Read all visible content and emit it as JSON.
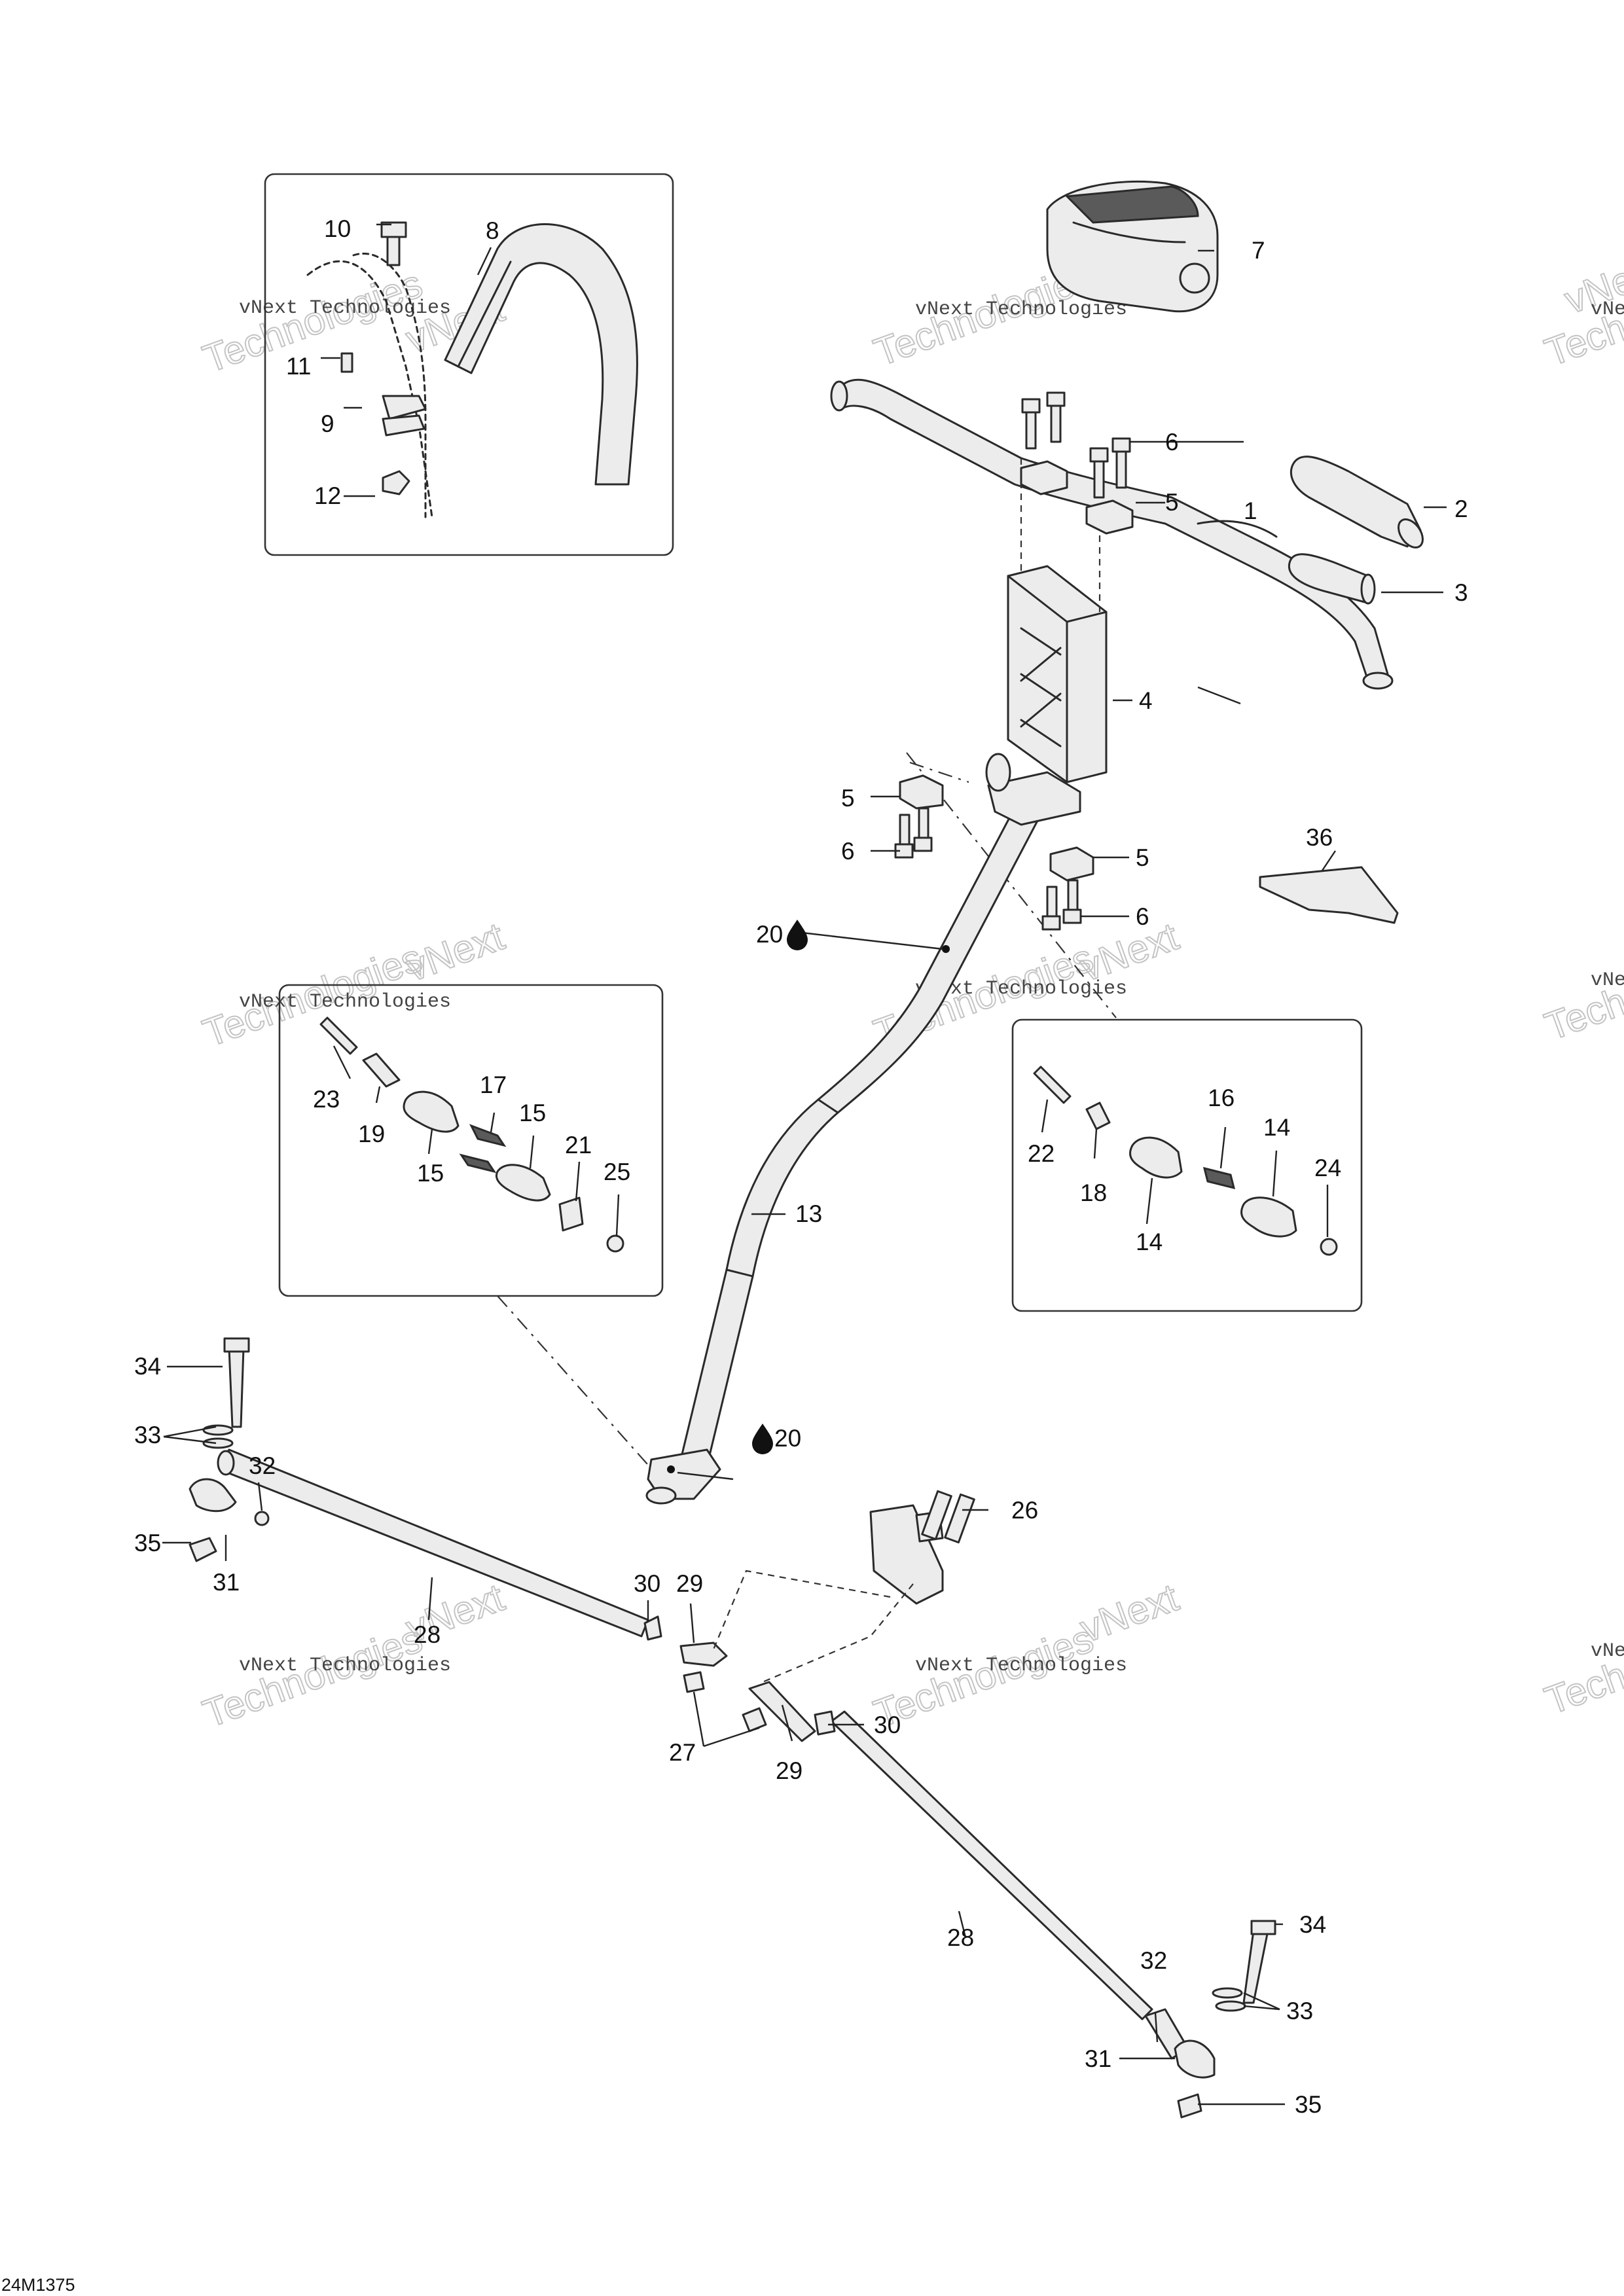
{
  "diagram_ref": "24M1375",
  "watermark": {
    "line1": "vNext Technologies",
    "line2": "vNext",
    "line3": "Technologies"
  },
  "callouts": {
    "c1": "1",
    "c2": "2",
    "c3": "3",
    "c4": "4",
    "c5": "5",
    "c6": "6",
    "c7": "7",
    "c8": "8",
    "c9": "9",
    "c10": "10",
    "c11": "11",
    "c12": "12",
    "c13": "13",
    "c14": "14",
    "c15": "15",
    "c16": "16",
    "c17": "17",
    "c18": "18",
    "c19": "19",
    "c20": "20",
    "c21": "21",
    "c22": "22",
    "c23": "23",
    "c24": "24",
    "c25": "25",
    "c26": "26",
    "c27": "27",
    "c28": "28",
    "c29": "29",
    "c30": "30",
    "c31": "31",
    "c32": "32",
    "c33": "33",
    "c34": "34",
    "c35": "35",
    "c36": "36"
  }
}
